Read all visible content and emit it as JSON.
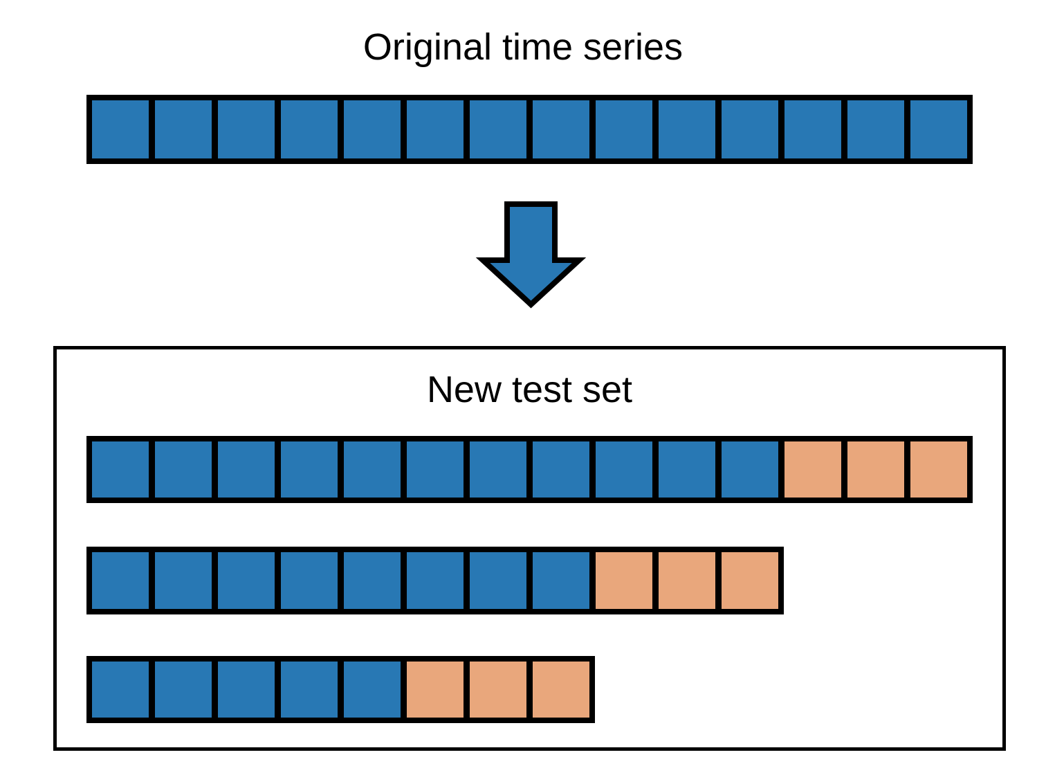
{
  "colors": {
    "background": "#FFFFFF",
    "train_square": "#2878B4",
    "test_square": "#E9A77C",
    "outline": "#000000",
    "arrow_fill": "#2878B4"
  },
  "original_series": {
    "title": "Original time series",
    "train_squares": 14,
    "test_squares": 0
  },
  "arrow": {
    "icon": "down-arrow-icon",
    "direction": "down"
  },
  "test_set_box": {
    "title": "New test set",
    "rows": [
      {
        "train_squares": 11,
        "test_squares": 3
      },
      {
        "train_squares": 8,
        "test_squares": 3
      },
      {
        "train_squares": 5,
        "test_squares": 3
      }
    ]
  }
}
